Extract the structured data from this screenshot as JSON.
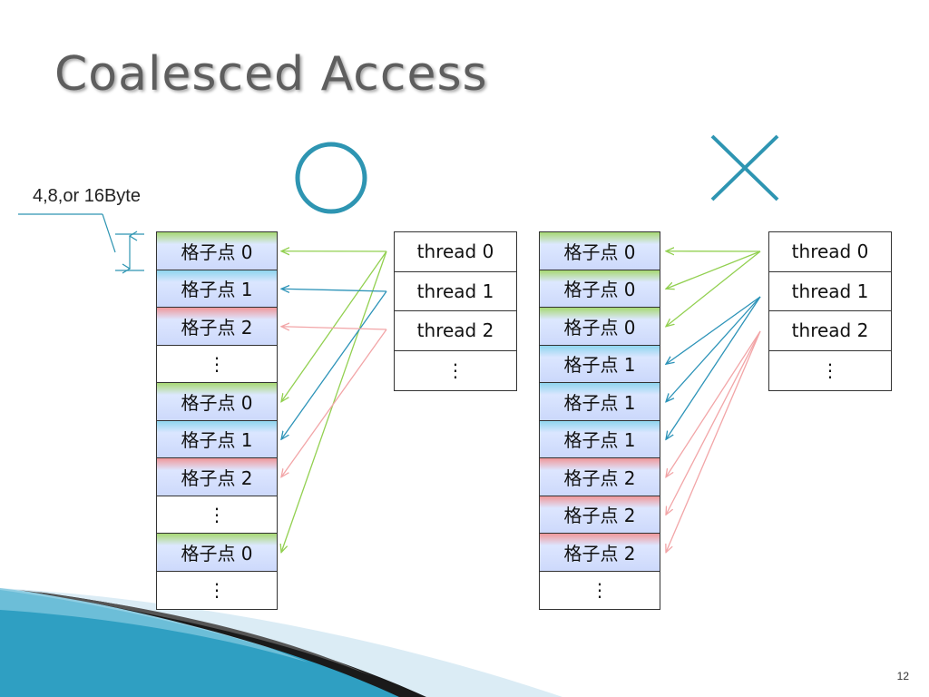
{
  "title": "Coalesced Access",
  "good_symbol": "○",
  "bad_symbol": "×",
  "size_label": "4,8,or 16Byte",
  "left_memory": [
    {
      "label": "格子点 0",
      "color": "green"
    },
    {
      "label": "格子点 1",
      "color": "blue"
    },
    {
      "label": "格子点 2",
      "color": "pink"
    },
    {
      "label": "⋮",
      "color": "white"
    },
    {
      "label": "格子点 0",
      "color": "green"
    },
    {
      "label": "格子点 1",
      "color": "blue"
    },
    {
      "label": "格子点 2",
      "color": "pink"
    },
    {
      "label": "⋮",
      "color": "white"
    },
    {
      "label": "格子点 0",
      "color": "green"
    },
    {
      "label": "⋮",
      "color": "white"
    }
  ],
  "left_threads": [
    "thread 0",
    "thread 1",
    "thread 2",
    "⋮"
  ],
  "right_memory": [
    {
      "label": "格子点 0",
      "color": "green"
    },
    {
      "label": "格子点 0",
      "color": "green"
    },
    {
      "label": "格子点 0",
      "color": "green"
    },
    {
      "label": "格子点 1",
      "color": "blue"
    },
    {
      "label": "格子点 1",
      "color": "blue"
    },
    {
      "label": "格子点 1",
      "color": "blue"
    },
    {
      "label": "格子点 2",
      "color": "pink"
    },
    {
      "label": "格子点 2",
      "color": "pink"
    },
    {
      "label": "格子点 2",
      "color": "pink"
    },
    {
      "label": "⋮",
      "color": "white"
    }
  ],
  "right_threads": [
    "thread 0",
    "thread 1",
    "thread 2",
    "⋮"
  ],
  "left_arrows": [
    {
      "thread": 0,
      "cell": 0
    },
    {
      "thread": 0,
      "cell": 4
    },
    {
      "thread": 0,
      "cell": 8
    },
    {
      "thread": 1,
      "cell": 1
    },
    {
      "thread": 1,
      "cell": 5
    },
    {
      "thread": 2,
      "cell": 2
    },
    {
      "thread": 2,
      "cell": 6
    }
  ],
  "right_arrows": [
    {
      "thread": 0,
      "cell": 0
    },
    {
      "thread": 0,
      "cell": 1
    },
    {
      "thread": 0,
      "cell": 2
    },
    {
      "thread": 1,
      "cell": 3
    },
    {
      "thread": 1,
      "cell": 4
    },
    {
      "thread": 1,
      "cell": 5
    },
    {
      "thread": 2,
      "cell": 6
    },
    {
      "thread": 2,
      "cell": 7
    },
    {
      "thread": 2,
      "cell": 8
    }
  ],
  "colors": {
    "accent": "#2e95b2",
    "thread0": "#92d050",
    "thread1": "#2c93b8",
    "thread2": "#f2a5a7",
    "green": "#a7d873",
    "blue": "#8fd5ee",
    "pink": "#f0989b"
  },
  "page_number": "12"
}
